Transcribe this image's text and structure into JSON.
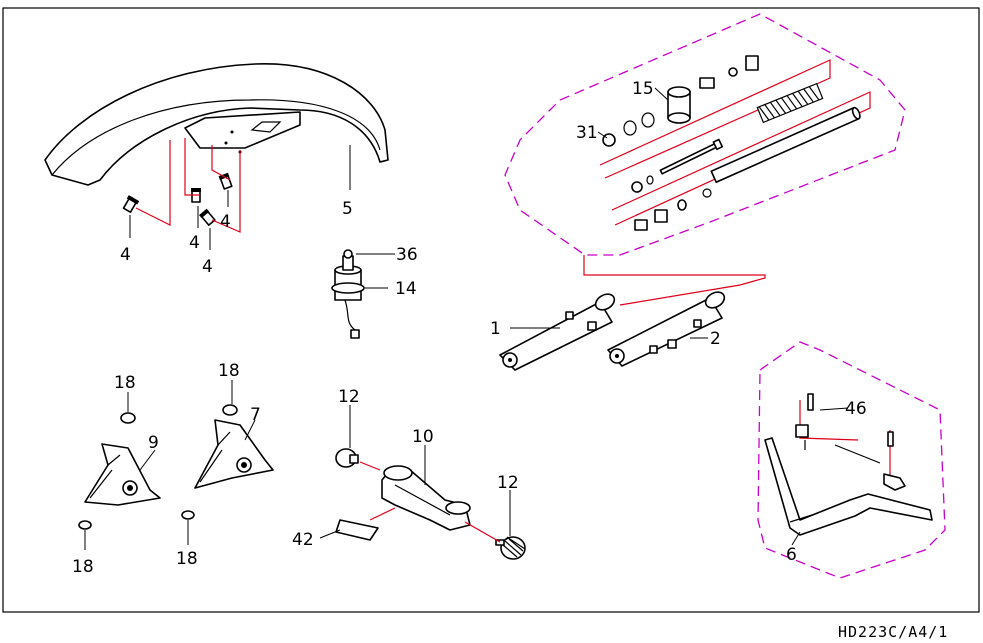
{
  "diagram": {
    "code": "HD223C/A4/1",
    "callouts": {
      "c1": "1",
      "c2": "2",
      "c4a": "4",
      "c4b": "4",
      "c4c": "4",
      "c4d": "4",
      "c5": "5",
      "c6": "6",
      "c7": "7",
      "c9": "9",
      "c10": "10",
      "c12a": "12",
      "c12b": "12",
      "c14": "14",
      "c15": "15",
      "c18a": "18",
      "c18b": "18",
      "c18c": "18",
      "c18d": "18",
      "c31": "31",
      "c36": "36",
      "c42": "42",
      "c46": "46"
    }
  },
  "colors": {
    "frame": "#000000",
    "assembly_line": "#e0001a",
    "group_outline": "#c800c8",
    "background": "#ffffff"
  }
}
